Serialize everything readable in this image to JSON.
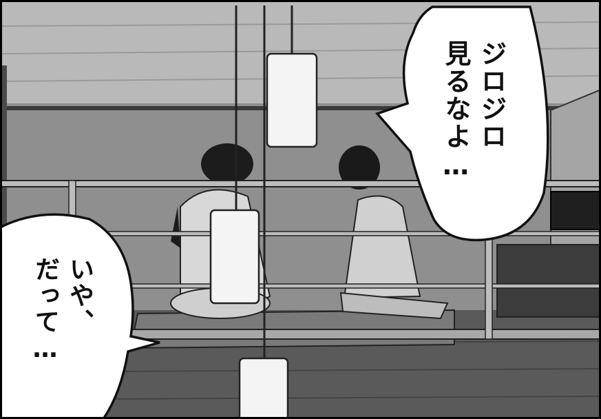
{
  "speech_bubbles": {
    "right": {
      "lines": [
        "ジロジロ",
        "見るなよ…"
      ]
    },
    "left": {
      "lines": [
        "いや、",
        "だって…"
      ]
    }
  },
  "colors": {
    "ink": "#111111",
    "wall": "#8f8f8f",
    "ceiling": "#b9b9b9",
    "floor": "#5a5a5a",
    "lamp": "#f4f4f4",
    "bubble": "#ffffff"
  }
}
